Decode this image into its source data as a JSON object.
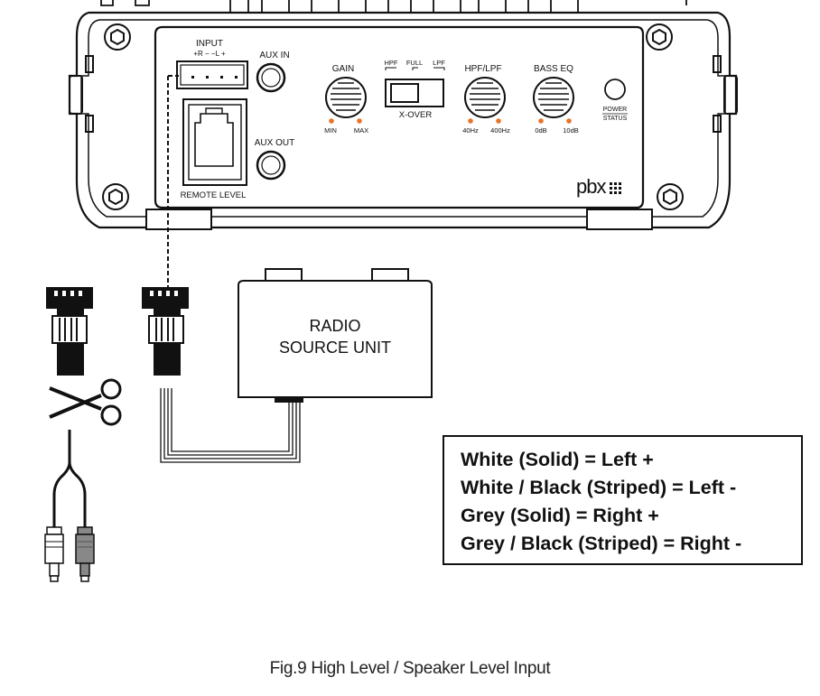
{
  "amplifier": {
    "input_label": "INPUT",
    "input_pins_label": "+R −   −L +",
    "aux_in_label": "AUX IN",
    "aux_out_label": "AUX OUT",
    "remote_level_label": "REMOTE LEVEL",
    "gain": {
      "label": "GAIN",
      "min": "MIN",
      "max": "MAX"
    },
    "xover": {
      "label": "X-OVER",
      "hpf": "HPF",
      "full": "FULL",
      "lpf": "LPF"
    },
    "hpf_lpf": {
      "label": "HPF/LPF",
      "low": "40Hz",
      "high": "400Hz"
    },
    "bass_eq": {
      "label": "BASS EQ",
      "low": "0dB",
      "high": "10dB"
    },
    "power_status": {
      "line1": "POWER",
      "line2": "STATUS"
    },
    "logo_text": "pbx",
    "indicator_color": "#e8742a"
  },
  "source": {
    "line1": "RADIO",
    "line2": "SOURCE UNIT"
  },
  "legend": [
    "White (Solid) = Left +",
    "White / Black (Striped) = Left -",
    "Grey (Solid) = Right +",
    "Grey / Black (Striped) = Right -"
  ],
  "caption": "Fig.9 High Level / Speaker Level Input"
}
